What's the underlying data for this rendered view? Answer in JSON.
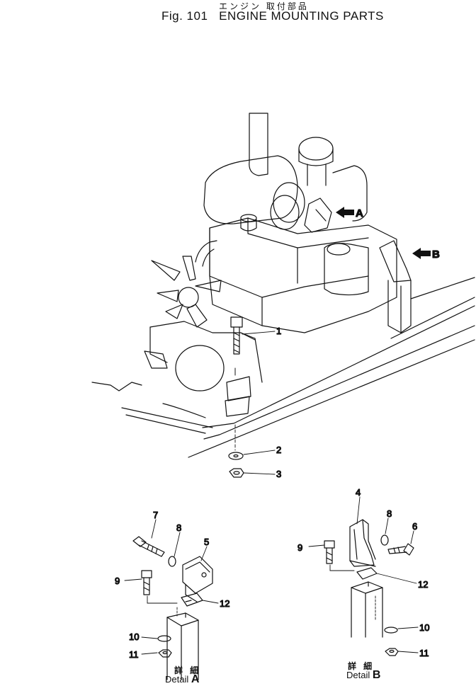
{
  "header": {
    "title_jp": "エンジン 取付部品",
    "figure_label": "Fig. 101",
    "title": "ENGINE MOUNTING PARTS"
  },
  "views": {
    "arrow_a": "A",
    "arrow_b": "B"
  },
  "callouts": {
    "main": [
      "1",
      "2",
      "3"
    ],
    "detail_a": [
      "7",
      "8",
      "5",
      "9",
      "12",
      "10",
      "11"
    ],
    "detail_b": [
      "4",
      "8",
      "6",
      "9",
      "12",
      "10",
      "11"
    ]
  },
  "detail_a": {
    "label_jp": "詳 細",
    "label": "Detail ",
    "letter": "A"
  },
  "detail_b": {
    "label_jp": "詳 細",
    "label": "Detail ",
    "letter": "B"
  }
}
